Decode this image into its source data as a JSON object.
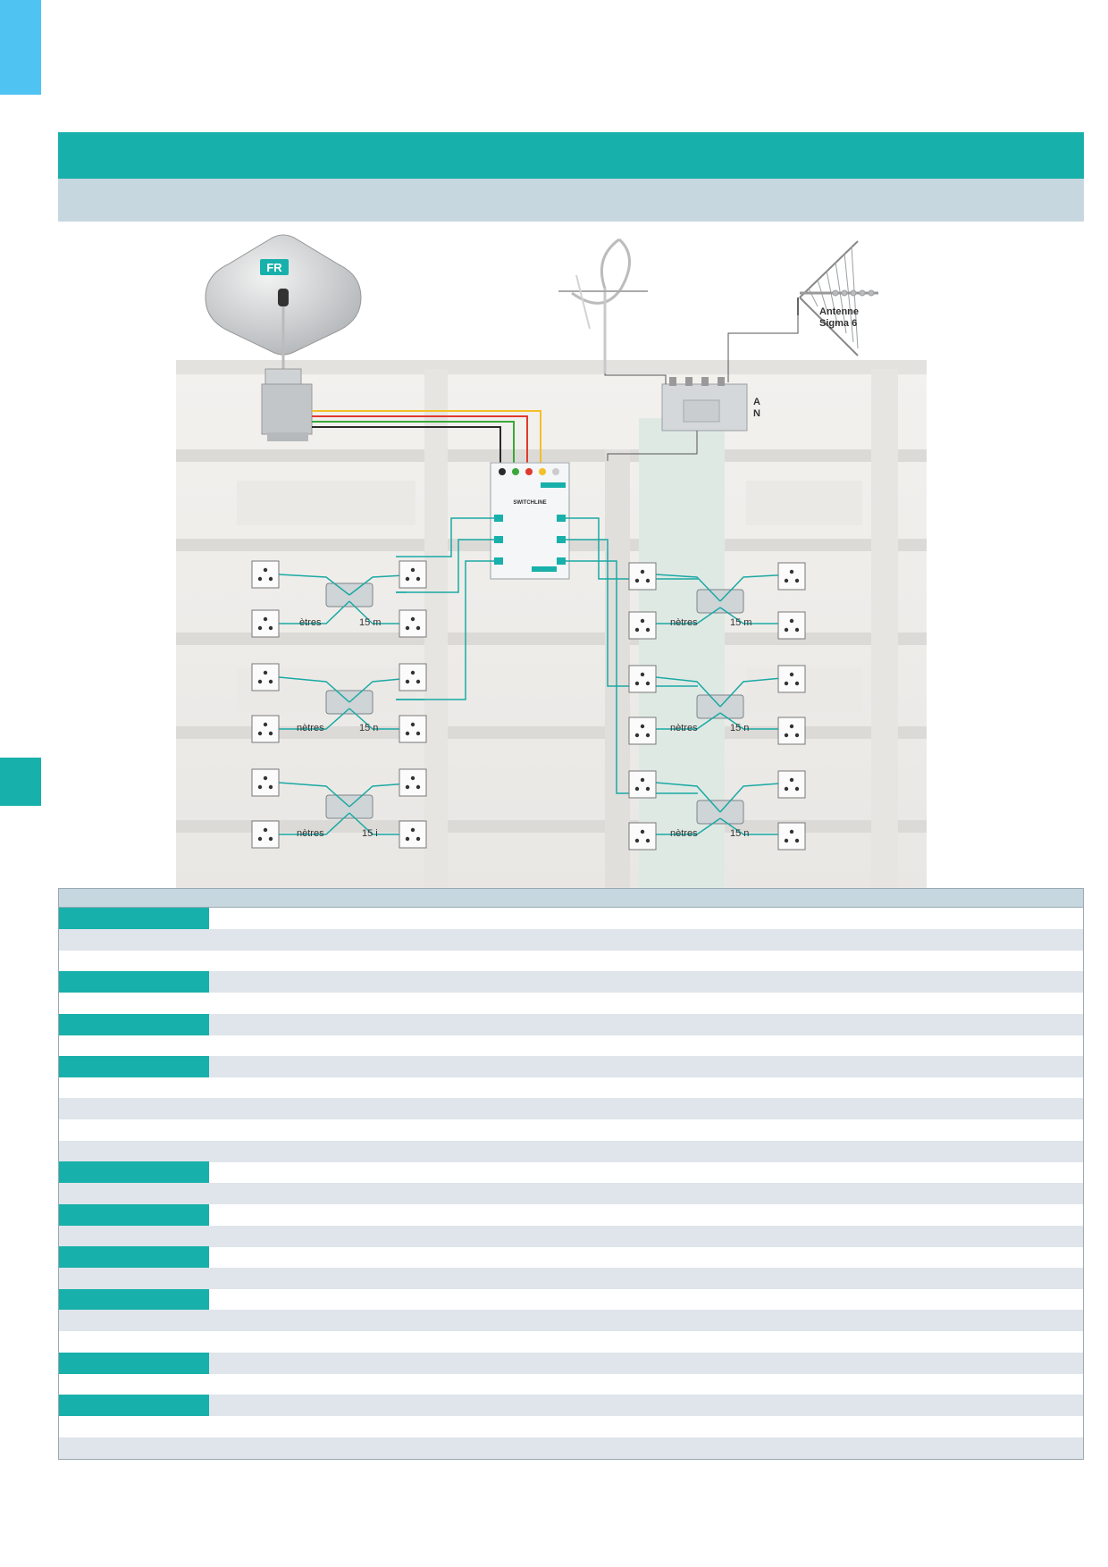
{
  "colors": {
    "accent": "#18b0ab",
    "tab_blue": "#4fc4f2",
    "subheader": "#c7d7e0",
    "row_alt": "#dfe5ea",
    "cable": "#1aa9a4",
    "cable_yellow": "#f2c028",
    "cable_red": "#e03a2e",
    "cable_green": "#3aa83a",
    "cable_black": "#2a2a2a"
  },
  "diagram": {
    "dish_logo": "FR",
    "antenna_label_1": "Antenne",
    "antenna_label_2": "Sigma 6",
    "amp_label_1": "A",
    "amp_label_2": "N",
    "switch_brand": "SWITCHLINE",
    "derivator_labels": {
      "left_1": "ètres",
      "right_1": "15 m",
      "left_2": "nètres",
      "right_2": "15 n",
      "left_3": "nètres",
      "right_3": "15 i",
      "left_4": "nètres",
      "right_4": "15 m",
      "left_5": "nètres",
      "right_5": "15 n",
      "left_6": "nètres",
      "right_6": "15 n"
    },
    "icons": [
      "satellite-dish-icon",
      "dipole-antenna-icon",
      "uhf-antenna-icon",
      "amplifier-icon",
      "multiswitch-icon",
      "derivator-icon",
      "wall-socket-icon"
    ]
  },
  "spec_table": {
    "rows": [
      {
        "key": true,
        "alt": false
      },
      {
        "key": false,
        "alt": true
      },
      {
        "key": false,
        "alt": false
      },
      {
        "key": true,
        "alt": true
      },
      {
        "key": false,
        "alt": false
      },
      {
        "key": true,
        "alt": true
      },
      {
        "key": false,
        "alt": false
      },
      {
        "key": true,
        "alt": true
      },
      {
        "key": false,
        "alt": false
      },
      {
        "key": false,
        "alt": true
      },
      {
        "key": false,
        "alt": false
      },
      {
        "key": false,
        "alt": true
      },
      {
        "key": true,
        "alt": false
      },
      {
        "key": false,
        "alt": true
      },
      {
        "key": true,
        "alt": false
      },
      {
        "key": false,
        "alt": true
      },
      {
        "key": true,
        "alt": false
      },
      {
        "key": false,
        "alt": true
      },
      {
        "key": true,
        "alt": false
      },
      {
        "key": false,
        "alt": true
      },
      {
        "key": false,
        "alt": false
      },
      {
        "key": true,
        "alt": true
      },
      {
        "key": false,
        "alt": false
      },
      {
        "key": true,
        "alt": true
      },
      {
        "key": false,
        "alt": false
      },
      {
        "key": false,
        "alt": true
      }
    ]
  }
}
